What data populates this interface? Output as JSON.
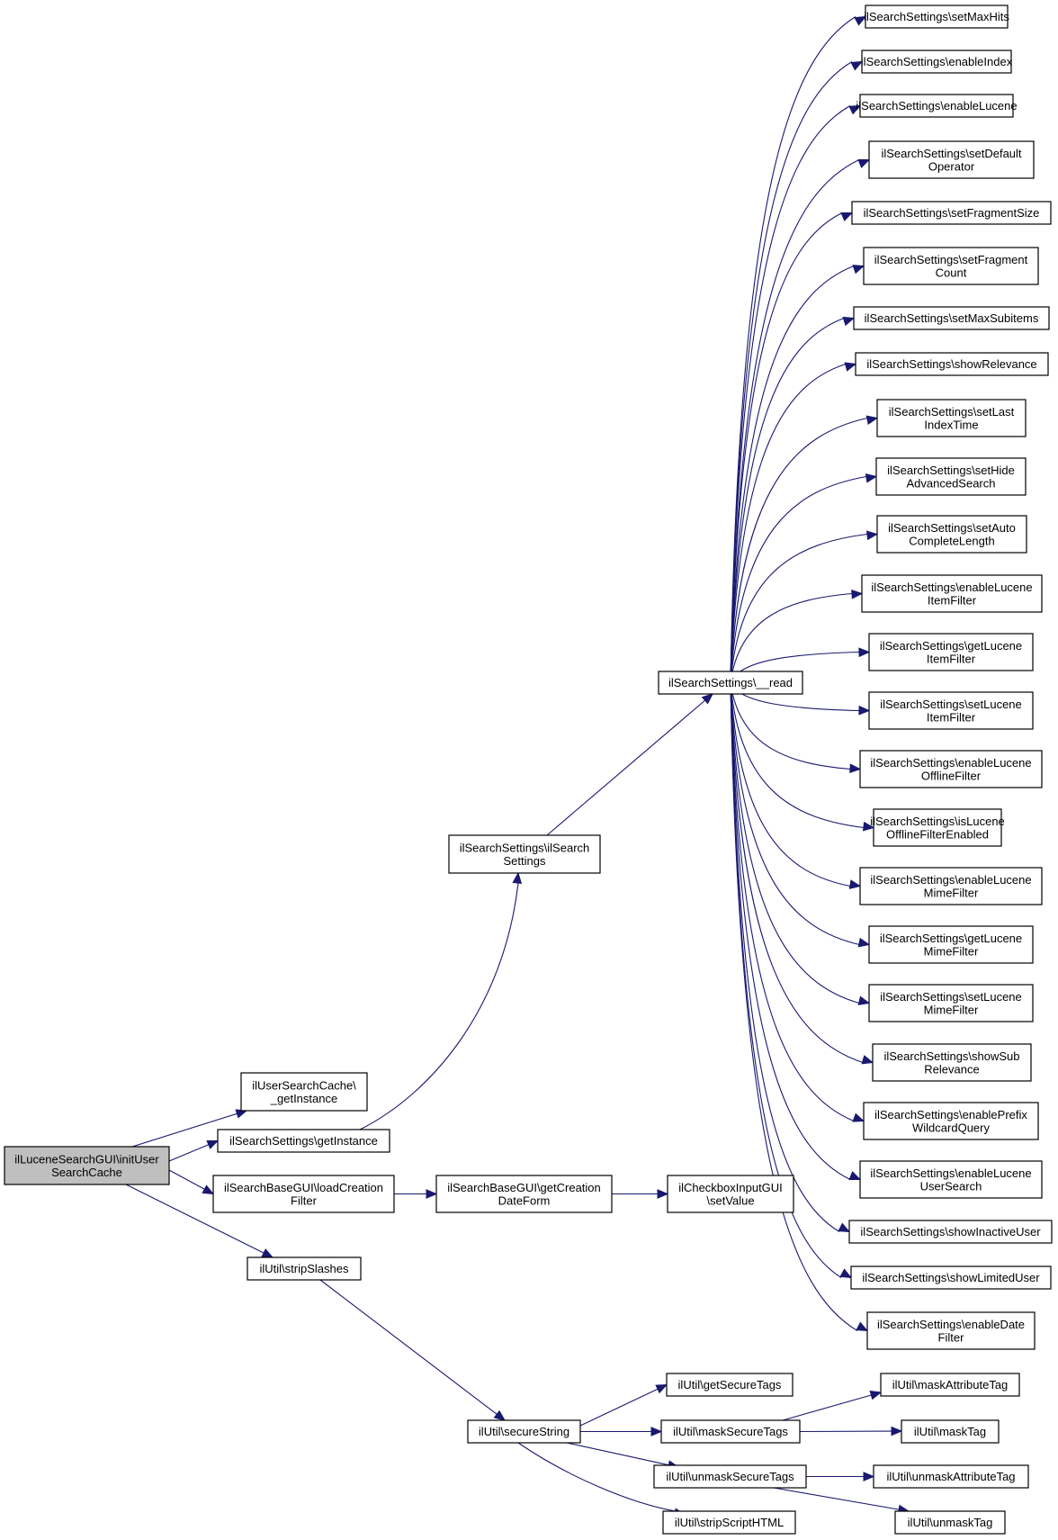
{
  "nodes": {
    "root": [
      "ilLuceneSearchGUI\\initUser",
      "SearchCache"
    ],
    "usc_getInstance": [
      "ilUserSearchCache\\",
      "_getInstance"
    ],
    "ss_getInstance": [
      "ilSearchSettings\\getInstance"
    ],
    "sbg_loadCreation": [
      "ilSearchBaseGUI\\loadCreation",
      "Filter"
    ],
    "util_strip": [
      "ilUtil\\stripSlashes"
    ],
    "ss_ctor": [
      "ilSearchSettings\\ilSearch",
      "Settings"
    ],
    "sbg_getCreation": [
      "ilSearchBaseGUI\\getCreation",
      "DateForm"
    ],
    "cb_setValue": [
      "ilCheckboxInputGUI",
      "\\setValue"
    ],
    "ss_read": [
      "ilSearchSettings\\__read"
    ],
    "util_secure": [
      "ilUtil\\secureString"
    ],
    "s01": [
      "ilSearchSettings\\setMaxHits"
    ],
    "s02": [
      "ilSearchSettings\\enableIndex"
    ],
    "s03": [
      "ilSearchSettings\\enableLucene"
    ],
    "s04": [
      "ilSearchSettings\\setDefault",
      "Operator"
    ],
    "s05": [
      "ilSearchSettings\\setFragmentSize"
    ],
    "s06": [
      "ilSearchSettings\\setFragment",
      "Count"
    ],
    "s07": [
      "ilSearchSettings\\setMaxSubitems"
    ],
    "s08": [
      "ilSearchSettings\\showRelevance"
    ],
    "s09": [
      "ilSearchSettings\\setLast",
      "IndexTime"
    ],
    "s10": [
      "ilSearchSettings\\setHide",
      "AdvancedSearch"
    ],
    "s11": [
      "ilSearchSettings\\setAuto",
      "CompleteLength"
    ],
    "s12": [
      "ilSearchSettings\\enableLucene",
      "ItemFilter"
    ],
    "s13": [
      "ilSearchSettings\\getLucene",
      "ItemFilter"
    ],
    "s14": [
      "ilSearchSettings\\setLucene",
      "ItemFilter"
    ],
    "s15": [
      "ilSearchSettings\\enableLucene",
      "OfflineFilter"
    ],
    "s16": [
      "ilSearchSettings\\isLucene",
      "OfflineFilterEnabled"
    ],
    "s17": [
      "ilSearchSettings\\enableLucene",
      "MimeFilter"
    ],
    "s18": [
      "ilSearchSettings\\getLucene",
      "MimeFilter"
    ],
    "s19": [
      "ilSearchSettings\\setLucene",
      "MimeFilter"
    ],
    "s20": [
      "ilSearchSettings\\showSub",
      "Relevance"
    ],
    "s21": [
      "ilSearchSettings\\enablePrefix",
      "WildcardQuery"
    ],
    "s22": [
      "ilSearchSettings\\enableLucene",
      "UserSearch"
    ],
    "s23": [
      "ilSearchSettings\\showInactiveUser"
    ],
    "s24": [
      "ilSearchSettings\\showLimitedUser"
    ],
    "s25": [
      "ilSearchSettings\\enableDate",
      "Filter"
    ],
    "u_getSecureTags": [
      "ilUtil\\getSecureTags"
    ],
    "u_maskSecureTags": [
      "ilUtil\\maskSecureTags"
    ],
    "u_unmaskSecureTags": [
      "ilUtil\\unmaskSecureTags"
    ],
    "u_stripScriptHTML": [
      "ilUtil\\stripScriptHTML"
    ],
    "u_maskAttributeTag": [
      "ilUtil\\maskAttributeTag"
    ],
    "u_maskTag": [
      "ilUtil\\maskTag"
    ],
    "u_unmaskAttributeTag": [
      "ilUtil\\unmaskAttributeTag"
    ],
    "u_unmaskTag": [
      "ilUtil\\unmaskTag"
    ]
  },
  "edges": [
    [
      "root",
      "usc_getInstance"
    ],
    [
      "root",
      "ss_getInstance"
    ],
    [
      "root",
      "sbg_loadCreation"
    ],
    [
      "root",
      "util_strip"
    ],
    [
      "ss_getInstance",
      "ss_ctor"
    ],
    [
      "ss_ctor",
      "ss_read"
    ],
    [
      "sbg_loadCreation",
      "sbg_getCreation"
    ],
    [
      "sbg_getCreation",
      "cb_setValue"
    ],
    [
      "util_strip",
      "util_secure"
    ],
    [
      "ss_read",
      "s01"
    ],
    [
      "ss_read",
      "s02"
    ],
    [
      "ss_read",
      "s03"
    ],
    [
      "ss_read",
      "s04"
    ],
    [
      "ss_read",
      "s05"
    ],
    [
      "ss_read",
      "s06"
    ],
    [
      "ss_read",
      "s07"
    ],
    [
      "ss_read",
      "s08"
    ],
    [
      "ss_read",
      "s09"
    ],
    [
      "ss_read",
      "s10"
    ],
    [
      "ss_read",
      "s11"
    ],
    [
      "ss_read",
      "s12"
    ],
    [
      "ss_read",
      "s13"
    ],
    [
      "ss_read",
      "s14"
    ],
    [
      "ss_read",
      "s15"
    ],
    [
      "ss_read",
      "s16"
    ],
    [
      "ss_read",
      "s17"
    ],
    [
      "ss_read",
      "s18"
    ],
    [
      "ss_read",
      "s19"
    ],
    [
      "ss_read",
      "s20"
    ],
    [
      "ss_read",
      "s21"
    ],
    [
      "ss_read",
      "s22"
    ],
    [
      "ss_read",
      "s23"
    ],
    [
      "ss_read",
      "s24"
    ],
    [
      "ss_read",
      "s25"
    ],
    [
      "util_secure",
      "u_getSecureTags"
    ],
    [
      "util_secure",
      "u_maskSecureTags"
    ],
    [
      "util_secure",
      "u_unmaskSecureTags"
    ],
    [
      "util_secure",
      "u_stripScriptHTML"
    ],
    [
      "u_maskSecureTags",
      "u_maskAttributeTag"
    ],
    [
      "u_maskSecureTags",
      "u_maskTag"
    ],
    [
      "u_unmaskSecureTags",
      "u_unmaskAttributeTag"
    ],
    [
      "u_unmaskSecureTags",
      "u_unmaskTag"
    ]
  ],
  "colors": {
    "edge": "#191970",
    "root_fill": "#bfbfbf",
    "node_fill": "#ffffff",
    "border": "#000000"
  }
}
